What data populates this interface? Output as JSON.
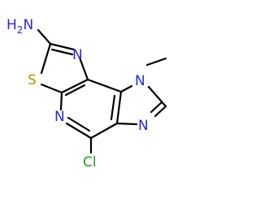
{
  "structure": {
    "atoms": {
      "amine": {
        "main": "H",
        "sub": "2",
        "tail": "N"
      },
      "n_thiazole": "N",
      "s_thiazole": "S",
      "n_methyl": "N",
      "n_pyridine": "N",
      "n_imidazole": "N",
      "cl": "Cl"
    },
    "colors": {
      "bond": "#000000",
      "nitrogen": "#2828e0",
      "sulfur": "#a0a000",
      "chlorine": "#1f9b1f"
    }
  }
}
